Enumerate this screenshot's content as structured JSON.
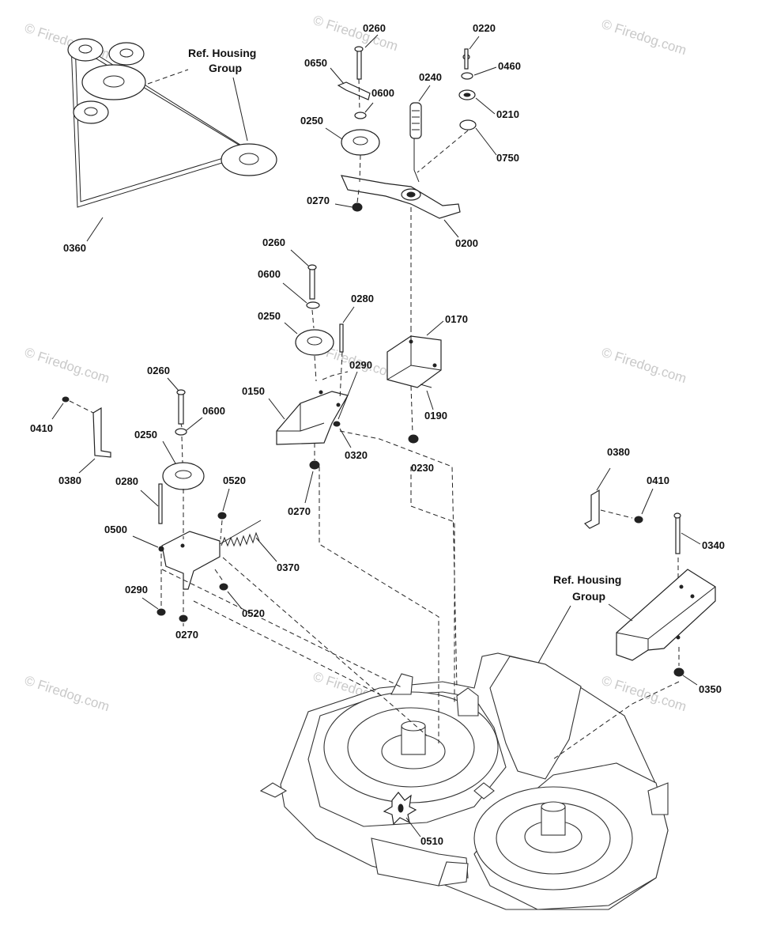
{
  "watermark": "© Firedog.com",
  "refs": {
    "housing_top": [
      "Ref. Housing",
      "Group"
    ],
    "housing_right": [
      "Ref. Housing",
      "Group"
    ]
  },
  "labels": {
    "belt": "0360",
    "p0260_top": "0260",
    "p0650": "0650",
    "p0600_top": "0600",
    "p0250_top": "0250",
    "p0270_top": "0270",
    "p0240": "0240",
    "p0220": "0220",
    "p0460": "0460",
    "p0210": "0210",
    "p0750": "0750",
    "p0200": "0200",
    "p0260_mid": "0260",
    "p0600_mid": "0600",
    "p0280_mid": "0280",
    "p0250_mid": "0250",
    "p0170": "0170",
    "p0290_mid": "0290",
    "p0190": "0190",
    "p0150": "0150",
    "p0320": "0320",
    "p0230": "0230",
    "p0270_mid": "0270",
    "p0410_left": "0410",
    "p0380_left": "0380",
    "p0260_low": "0260",
    "p0600_low": "0600",
    "p0250_low": "0250",
    "p0280_low": "0280",
    "p0520_top": "0520",
    "p0500": "0500",
    "p0370": "0370",
    "p0290_low": "0290",
    "p0520_low": "0520",
    "p0270_low": "0270",
    "p0380_right": "0380",
    "p0410_right": "0410",
    "p0340": "0340",
    "p0350": "0350",
    "p0510": "0510"
  },
  "colors": {
    "line": "#222222",
    "watermark": "#c9c9c9",
    "background": "#ffffff"
  }
}
